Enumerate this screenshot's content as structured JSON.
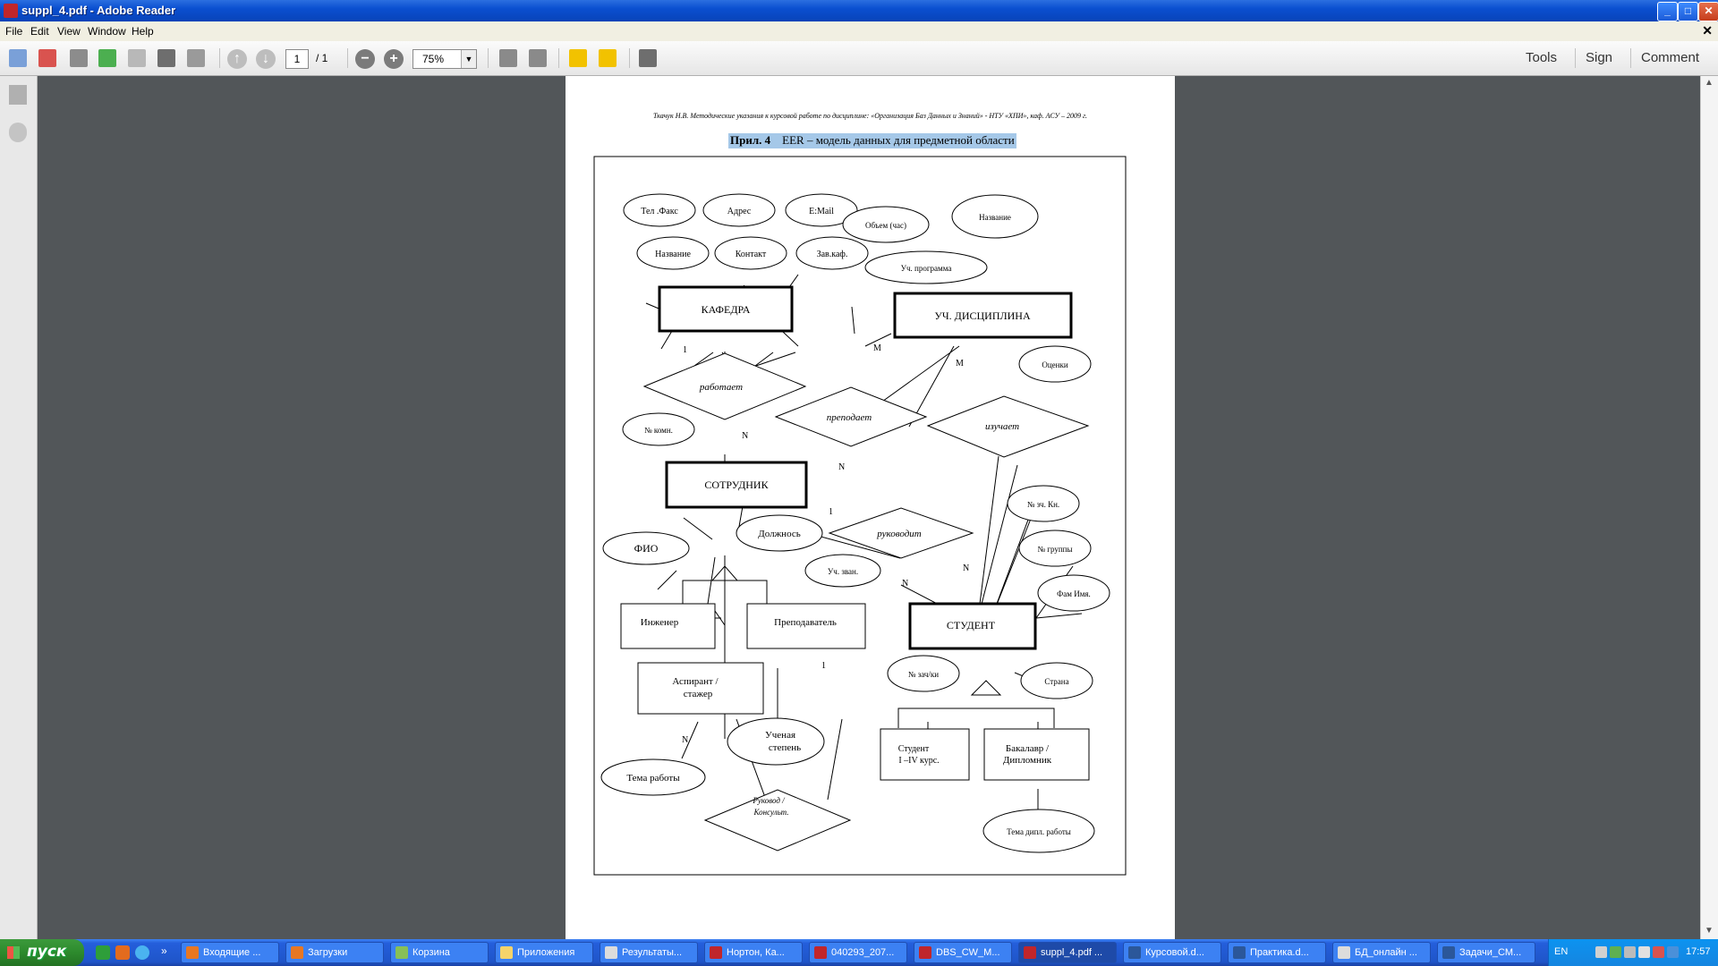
{
  "window": {
    "title": "suppl_4.pdf - Adobe Reader"
  },
  "menu": [
    "File",
    "Edit",
    "View",
    "Window",
    "Help"
  ],
  "toolbar": {
    "page_current": "1",
    "page_total": "/ 1",
    "zoom": "75%",
    "tools": "Tools",
    "sign": "Sign",
    "comment": "Comment"
  },
  "document": {
    "header": "Ткачук Н.В. Методические указания к курсовой работе по дисциплине: «Организация Баз Данных и Знаний» - НТУ «ХПИ», каф. АСУ – 2009 г.",
    "caption_prefix": "Прил.  4",
    "caption_text": "EER – модель данных для предметной области",
    "entities": {
      "kafedra": "КАФЕДРА",
      "disciplina": "УЧ. ДИСЦИПЛИНА",
      "sotrudnik": "СОТРУДНИК",
      "student": "СТУДЕНТ",
      "inzhener": "Инженер",
      "prepodavatel": "Преподаватель",
      "aspirant_1": "Аспирант  /",
      "aspirant_2": "стажер",
      "student1_1": "Студент",
      "student1_2": "I –IV курс.",
      "bakalavr_1": "Бакалавр /",
      "bakalavr_2": "Дипломник"
    },
    "attributes": {
      "tel": "Тел .Факс",
      "adres": "Адрес",
      "email": "E:Mail",
      "nazvanie_k": "Название",
      "kontakt": "Контакт",
      "zavkaf": "Зав.каф.",
      "obem": "Объем (час)",
      "nazvanie_d": "Название",
      "programma": "Уч. программа",
      "ocenki": "Оценки",
      "nkomn": "№ комн.",
      "fio": "ФИО",
      "dolzhnost": "Должнось",
      "uchzvan": "Уч. зван.",
      "uchenaya_1": "Ученая",
      "uchenaya_2": "степень",
      "tema": "Тема работы",
      "nzachkn": "№ зч. Кн.",
      "ngruppy": "№ группы",
      "famimya": "Фам Имя.",
      "nzachki": "№ зач/ки",
      "strana": "Страна",
      "temadipl": "Тема дипл. работы"
    },
    "relationships": {
      "rabotaet": "работает",
      "prepodaet": "преподает",
      "izuchaet": "изучает",
      "rukovodit": "руководит",
      "rukovod_1": "Руковод /",
      "rukovod_2": "Консульт."
    },
    "cardinalities": {
      "c1": "1",
      "c2": "N",
      "c3": "M",
      "c4": "M",
      "c5": "N",
      "c6": "1",
      "c7": "N",
      "c8": "N",
      "c9": "1",
      "c10": "N"
    }
  },
  "taskbar": {
    "start": "пуск",
    "tasks": [
      "Входящие ...",
      "Загрузки",
      "Корзина",
      "Приложения",
      "Результаты...",
      "Нортон, Ка...",
      "040293_207...",
      "DBS_CW_M...",
      "suppl_4.pdf ...",
      "Курсовой.d...",
      "Практика.d...",
      "БД_онлайн ...",
      "Задачи_СМ..."
    ],
    "lang": "EN",
    "clock": "17:57"
  },
  "colors": {
    "titlebar": "#0a4fd0",
    "taskbar": "#245edb",
    "start": "#2d8a2d",
    "caption_highlight": "#a5c8e8"
  }
}
